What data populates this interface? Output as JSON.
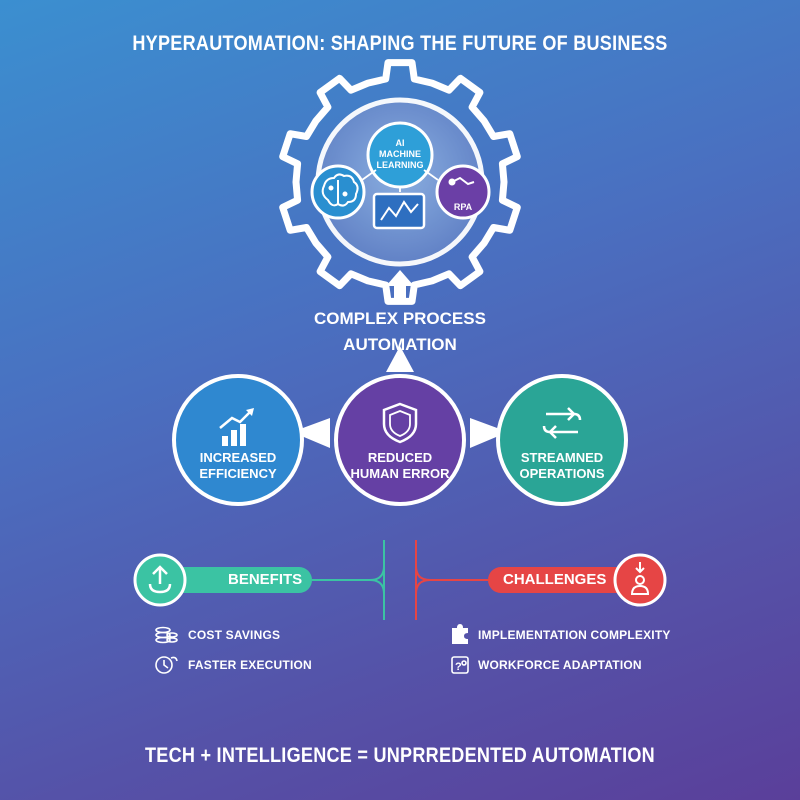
{
  "title": "HYPERAUTOMATION: SHAPING THE FUTURE OF BUSINESS",
  "gear": {
    "center_label_1": "AI",
    "center_label_2": "MACHINE",
    "center_label_3": "LEARNING",
    "rpa_label": "RPA",
    "colors": {
      "ai": "#2e9fd8",
      "rpa": "#6b3fa6",
      "gear": "#ffffff"
    }
  },
  "process_label_line1": "COMPLEX PROCESS",
  "process_label_line2": "AUTOMATION",
  "outcomes": [
    {
      "line1": "INCREASED",
      "line2": "EFFICIENCY",
      "color": "#2f88d0",
      "icon": "bar-chart-up-icon"
    },
    {
      "line1": "REDUCED",
      "line2": "HUMAN ERROR",
      "color": "#6540a4",
      "icon": "shield-icon"
    },
    {
      "line1": "STREAMNED",
      "line2": "OPERATIONS",
      "color": "#2aa596",
      "icon": "swap-arrows-icon"
    }
  ],
  "benefits": {
    "label": "BENEFITS",
    "color": "#3bc3a3",
    "items": [
      {
        "text": "COST SAVINGS",
        "icon": "coins-icon"
      },
      {
        "text": "FASTER EXECUTION",
        "icon": "clock-icon"
      }
    ]
  },
  "challenges": {
    "label": "CHALLENGES",
    "color": "#e64545",
    "items": [
      {
        "text": "IMPLEMENTATION COMPLEXITY",
        "icon": "puzzle-icon"
      },
      {
        "text": "WORKFORCE ADAPTATION",
        "icon": "question-person-icon"
      }
    ]
  },
  "footer": "TECH + INTELLIGENCE = UNPRREDENTED AUTOMATION"
}
